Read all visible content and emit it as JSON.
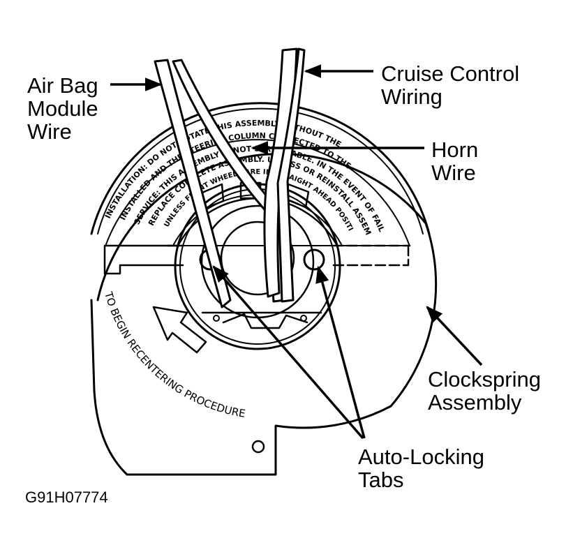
{
  "figure_id": "G91H07774",
  "colors": {
    "ink": "#000000",
    "paper": "#ffffff"
  },
  "labels": {
    "air_bag": [
      "Air Bag",
      "Module",
      "Wire"
    ],
    "cruise": [
      "Cruise Control",
      "Wiring"
    ],
    "horn": [
      "Horn",
      "Wire"
    ],
    "clockspring": [
      "Clockspring",
      "Assembly"
    ],
    "tabs": [
      "Auto-Locking",
      "Tabs"
    ]
  },
  "component_text": {
    "recentering": "TO BEGIN RECENTERING PROCEDURE",
    "warning_lines": [
      "INSTALLATION: DO NOT ROTATE THIS ASSEMBLY WITHOUT THE",
      "INSTALLED AND THE STEERING COLUMN CONNECTED TO THE",
      "SERVICE: THIS ASSEMBLY IS NOT SERVICEABLE. IN THE EVENT OF FAILURE",
      "REPLACE COMPLETE ASSEMBLY. UNLESS OR REINSTALL ASSEMBLY",
      "UNLESS FRONT WHEELS ARE IN STRAIGHT AHEAD POSITION."
    ]
  }
}
